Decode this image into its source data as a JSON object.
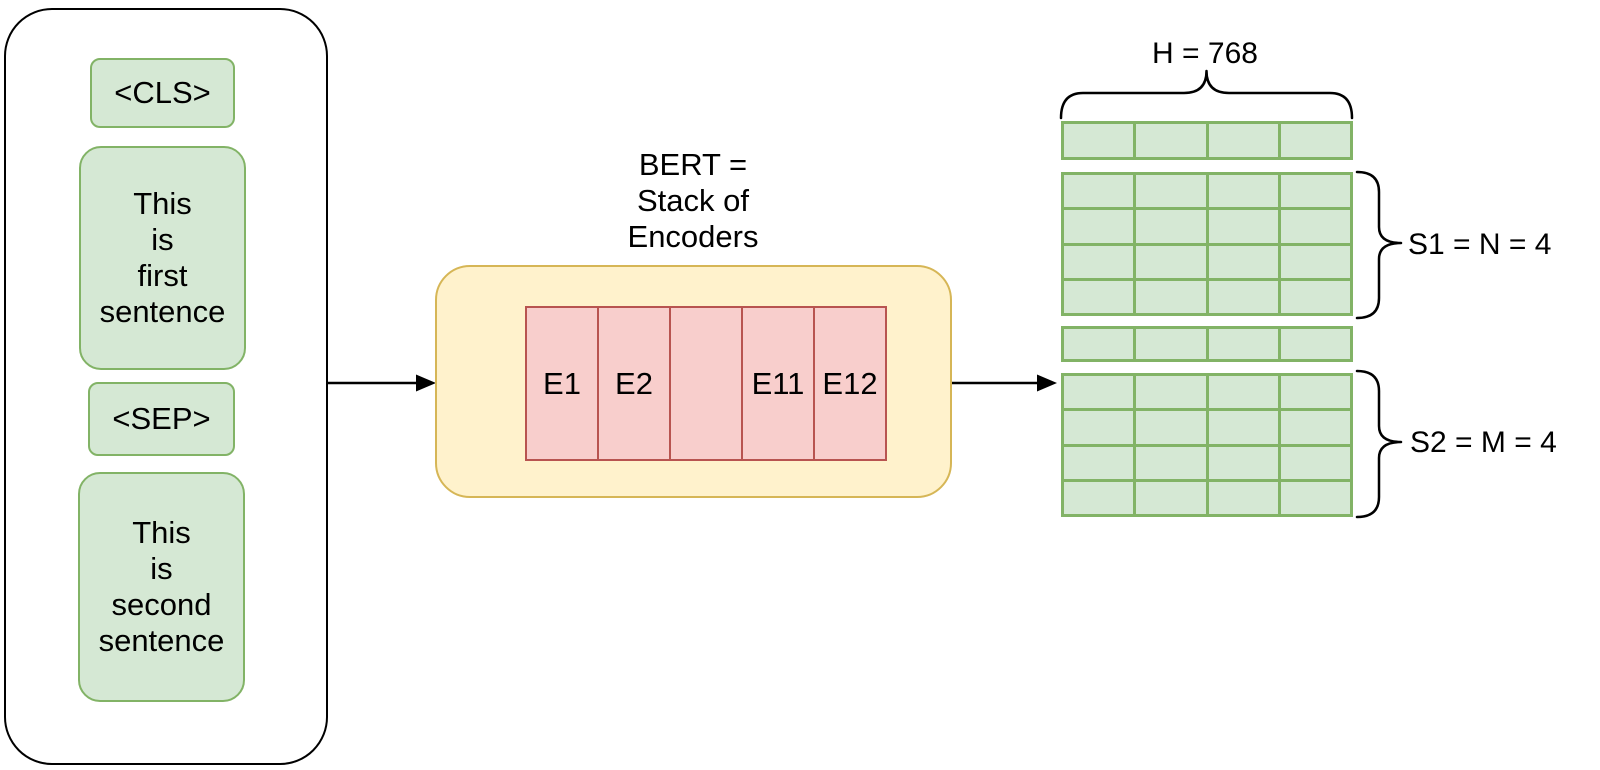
{
  "colors": {
    "green_fill": "#D5E8D4",
    "green_border": "#82B366",
    "yellow_fill": "#FFF2CC",
    "yellow_border": "#D6B656",
    "pink_fill": "#F8CECC",
    "pink_border": "#B85450",
    "line_color": "#000000"
  },
  "input_panel": {
    "tokens": [
      {
        "id": "cls",
        "label": "<CLS>"
      },
      {
        "id": "sentence1",
        "lines": [
          "This",
          "is",
          "first",
          "sentence"
        ]
      },
      {
        "id": "sep",
        "label": "<SEP>"
      },
      {
        "id": "sentence2",
        "lines": [
          "This",
          "is",
          "second",
          "sentence"
        ]
      }
    ]
  },
  "bert": {
    "title_lines": [
      "BERT =",
      "Stack of",
      "Encoders"
    ],
    "encoders": [
      "E1",
      "E2",
      "",
      "E11",
      "E12"
    ]
  },
  "output": {
    "width_label": "H = 768",
    "s1_label": "S1 = N = 4",
    "s2_label": "S2 = M = 4",
    "cols": 4,
    "cls_rows": 1,
    "s1_rows": 4,
    "sep_rows": 1,
    "s2_rows": 4
  }
}
